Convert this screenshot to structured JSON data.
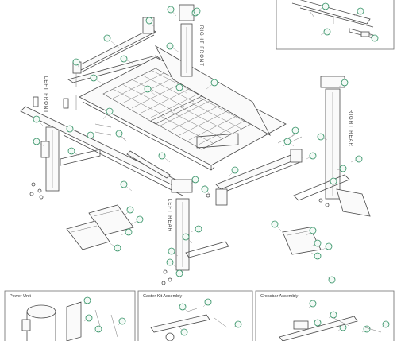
{
  "diagram": {
    "labels": {
      "left_front": "LEFT FRONT",
      "right_front": "RIGHT FRONT",
      "right_rear": "RIGHT REAR",
      "left_rear": "LEFT REAR"
    },
    "insets": {
      "power_unit": "Power Unit",
      "caster_kit": "Caster Kit Assembly",
      "crossbar": "Crossbar Assembly"
    }
  }
}
